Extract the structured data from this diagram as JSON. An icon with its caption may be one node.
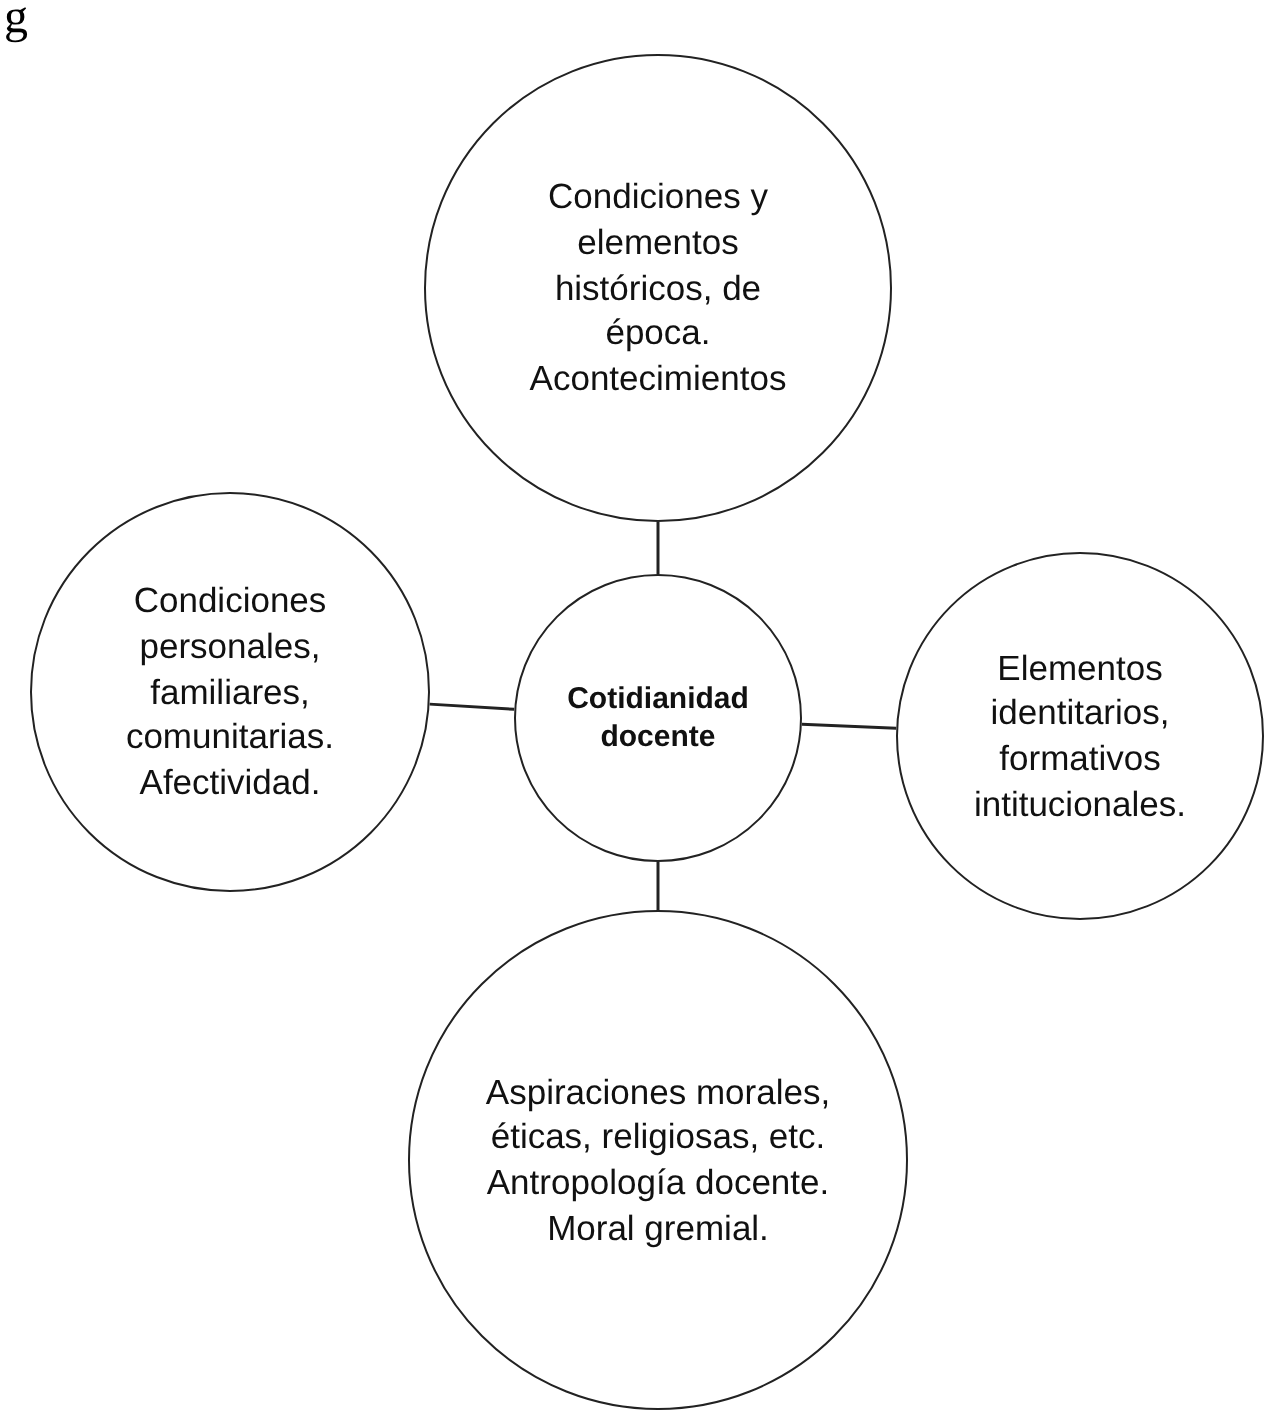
{
  "diagram": {
    "nodes": [
      {
        "text": [
          "Condiciones y elementos históricos, de época. Acontecimientos"
        ]
      },
      {
        "text": [
          "Condiciones personales, familiares, comunitarias. Afectividad."
        ]
      },
      {
        "text": [
          "Cotidianidad docente"
        ]
      },
      {
        "text": [
          "Elementos identitarios, formativos intitucionales."
        ]
      },
      {
        "text": [
          "Aspiraciones morales, éticas, religiosas, etc. Antropología docente. Moral gremial."
        ]
      }
    ],
    "edges": [
      {
        "from": 2,
        "to": 0,
        "arrow": "none"
      },
      {
        "from": 2,
        "to": 1,
        "arrow": "none"
      },
      {
        "from": 2,
        "to": 3,
        "arrow": "none"
      },
      {
        "from": 2,
        "to": 4,
        "arrow": "none"
      }
    ],
    "labels": [
      "g"
    ]
  }
}
